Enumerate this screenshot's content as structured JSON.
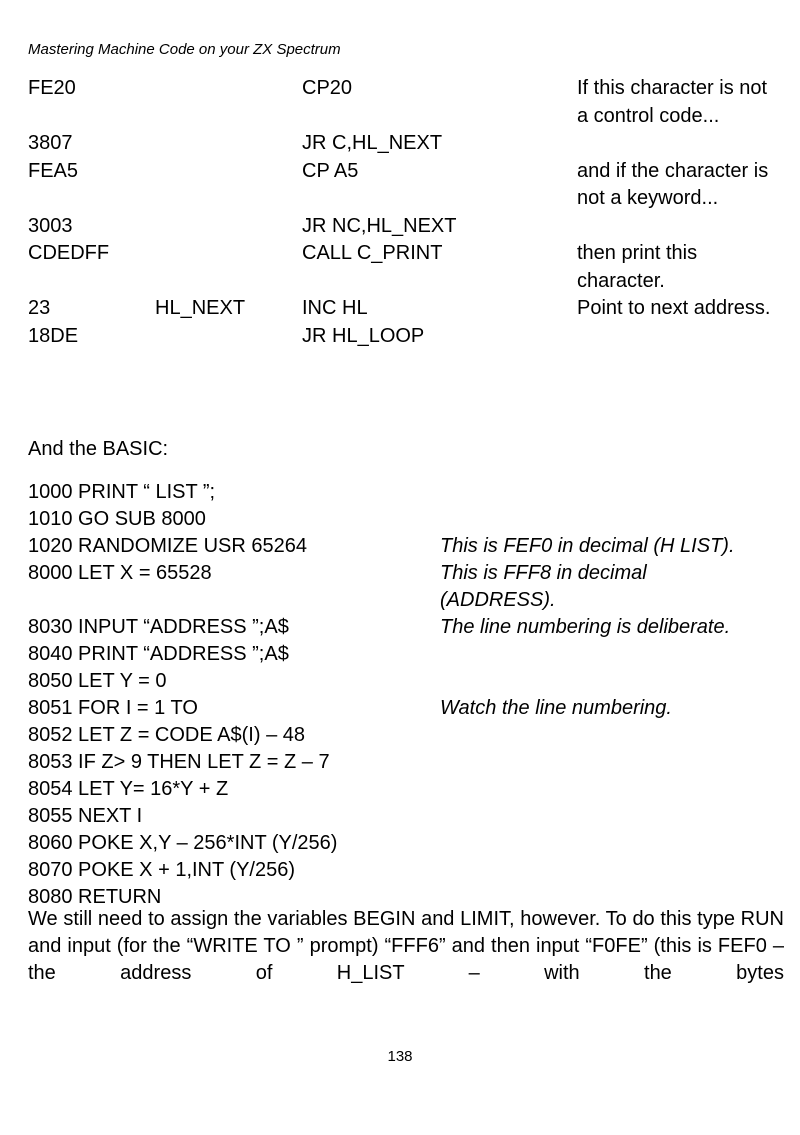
{
  "header": "Mastering Machine Code on your ZX Spectrum",
  "asm_rows": [
    {
      "hex": "FE20",
      "label": "",
      "instr": "CP20",
      "comment": "If this character is not a control code..."
    },
    {
      "hex": "3807",
      "label": "",
      "instr": "JR C,HL_NEXT",
      "comment": ""
    },
    {
      "hex": "FEA5",
      "label": "",
      "instr": "CP A5",
      "comment": "and if the character is not a keyword..."
    },
    {
      "hex": "3003",
      "label": "",
      "instr": "JR NC,HL_NEXT",
      "comment": ""
    },
    {
      "hex": "CDEDFF",
      "label": "",
      "instr": "CALL C_PRINT",
      "comment": "then print this character."
    },
    {
      "hex": "23",
      "label": "HL_NEXT",
      "instr": "INC HL",
      "comment": "Point to next address."
    },
    {
      "hex": "18DE",
      "label": "",
      "instr": "JR HL_LOOP",
      "comment": ""
    }
  ],
  "intro": "And the BASIC:",
  "basic": [
    {
      "code": "1000 PRINT “ LIST ”;",
      "comment": ""
    },
    {
      "code": "1010 GO SUB 8000",
      "comment": ""
    },
    {
      "code": "1020 RANDOMIZE USR 65264",
      "comment": "This is FEF0 in decimal (H LIST)."
    },
    {
      "code": "8000 LET X = 65528",
      "comment": "This is FFF8 in decimal"
    },
    {
      "code": "",
      "comment": "(ADDRESS)."
    },
    {
      "code": "8030 INPUT “ADDRESS ”;A$",
      "comment": "The line numbering is deliberate."
    },
    {
      "code": "8040 PRINT “ADDRESS ”;A$",
      "comment": ""
    },
    {
      "code": "8050 LET Y = 0",
      "comment": ""
    },
    {
      "code": "8051 FOR I = 1 TO",
      "comment": "Watch the line numbering."
    },
    {
      "code": "8052 LET Z = CODE A$(I) – 48",
      "comment": ""
    },
    {
      "code": "8053 IF Z> 9 THEN LET Z = Z – 7",
      "comment": ""
    },
    {
      "code": "8054 LET Y= 16*Y + Z",
      "comment": ""
    },
    {
      "code": "8055 NEXT I",
      "comment": ""
    },
    {
      "code": "8060 POKE X,Y – 256*INT (Y/256)",
      "comment": ""
    },
    {
      "code": "8070 POKE X + 1,INT (Y/256)",
      "comment": ""
    },
    {
      "code": "8080 RETURN",
      "comment": ""
    }
  ],
  "paragraph": "We still need to assign the variables BEGIN and LIMIT, however. To do this type RUN and input (for the “WRITE TO ” prompt) “FFF6” and then input “F0FE” (this is FEF0 – the address of H_LIST – with the bytes",
  "page_number": "138"
}
